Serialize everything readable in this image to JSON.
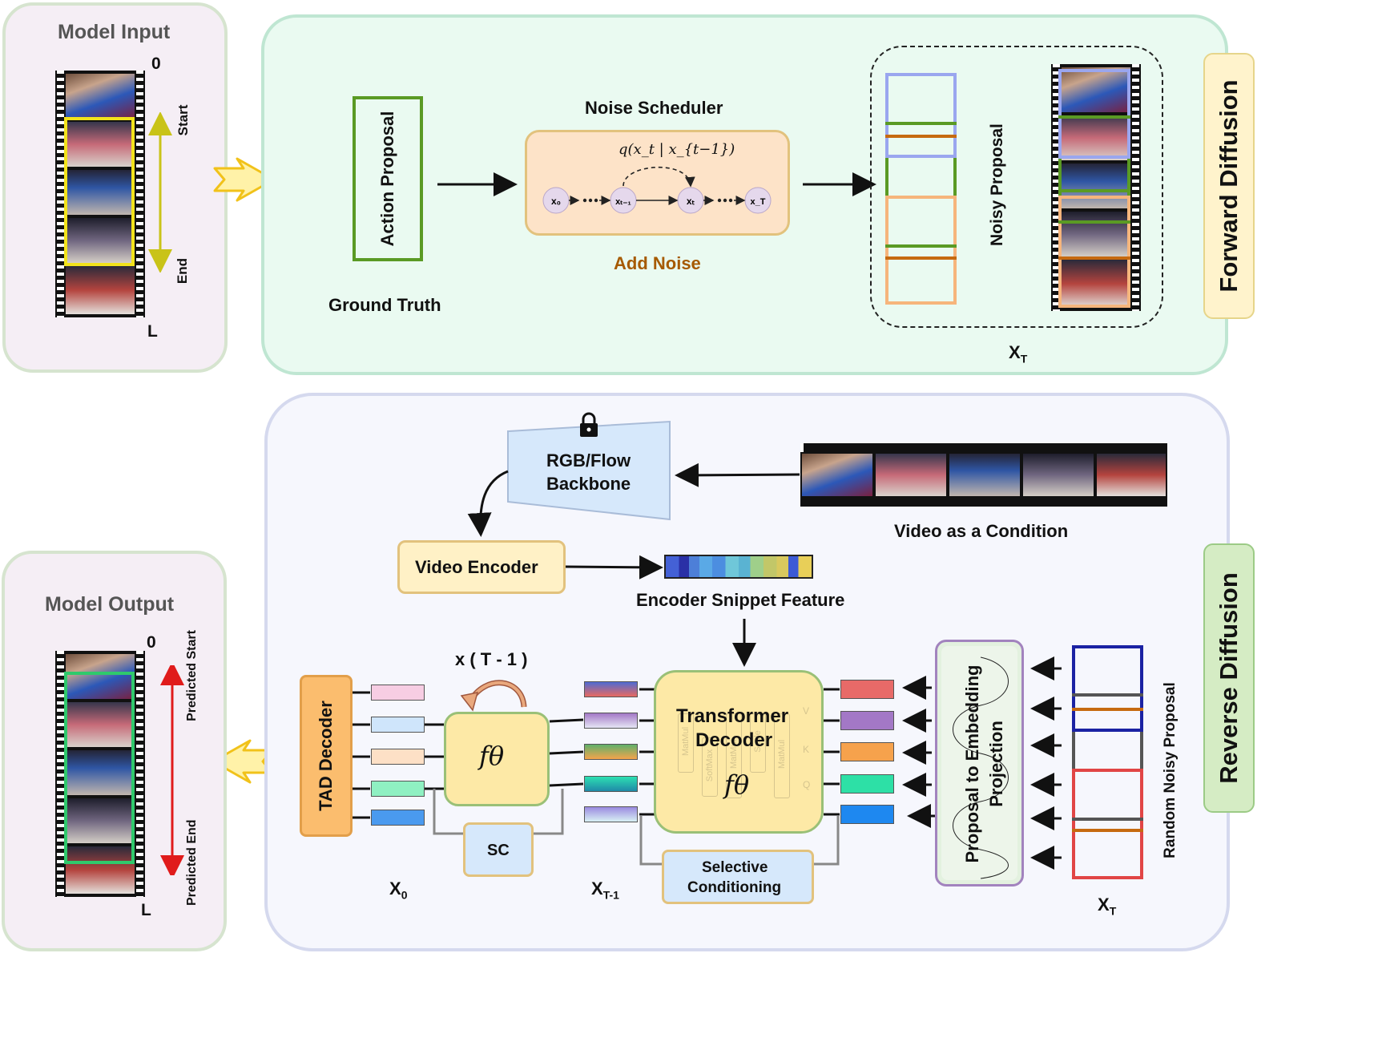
{
  "input_panel": {
    "title": "Model Input",
    "label_0": "0",
    "label_L": "L",
    "label_start": "Start",
    "label_end": "End"
  },
  "output_panel": {
    "title": "Model Output",
    "label_0": "0",
    "label_L": "L",
    "label_start": "Predicted Start",
    "label_end": "Predicted End"
  },
  "forward": {
    "tab_label": "Forward Diffusion",
    "action_proposal": "Action Proposal",
    "ground_truth": "Ground Truth",
    "noise_scheduler": "Noise Scheduler",
    "formula": "q(x_t | x_{t−1})",
    "node_labels": [
      "x₀",
      "xₜ₋₁",
      "xₜ",
      "x_T"
    ],
    "add_noise": "Add Noise",
    "noisy_proposal": "Noisy Proposal",
    "xt_base": "X",
    "xt_sub": "T"
  },
  "reverse": {
    "tab_label": "Reverse Diffusion",
    "backbone": [
      "RGB/Flow",
      "Backbone"
    ],
    "video_condition": "Video as a Condition",
    "video_encoder": "Video Encoder",
    "snippet_feature": "Encoder Snippet Feature",
    "transformer": [
      "Transformer",
      "Decoder"
    ],
    "f_theta": "fθ",
    "loop_label": "x ( T - 1 )",
    "sc": "SC",
    "selective": [
      "Selective",
      "Conditioning"
    ],
    "tad_decoder": "TAD Decoder",
    "projection": [
      "Proposal to Embedding",
      "Projection"
    ],
    "random_noisy": "Random Noisy Proposal",
    "x0_base": "X",
    "x0_sub": "0",
    "xt1_base": "X",
    "xt1_sub": "T-1",
    "xt_base": "X",
    "xt_sub": "T",
    "inner_blocks": [
      "MatMul",
      "SoftMax",
      "MatMul",
      "Scale",
      "V",
      "K",
      "Q"
    ]
  },
  "colors": {
    "forward_panel": "#eafaf1",
    "forward_border": "#bfe6d2",
    "reverse_panel": "#f6f7fd",
    "reverse_border": "#d5d9ee",
    "side_panel": "#f5eef5",
    "side_border": "#d6e4cf",
    "orange_box": "#fde3c8",
    "yellow_box": "#fff1c6",
    "blue_box": "#d6e8fb",
    "green_tab": "#d5ecc4",
    "yellow_tab": "#fff3cc",
    "red_arrow": "#e01b1b",
    "add_noise": "#a65a00"
  }
}
